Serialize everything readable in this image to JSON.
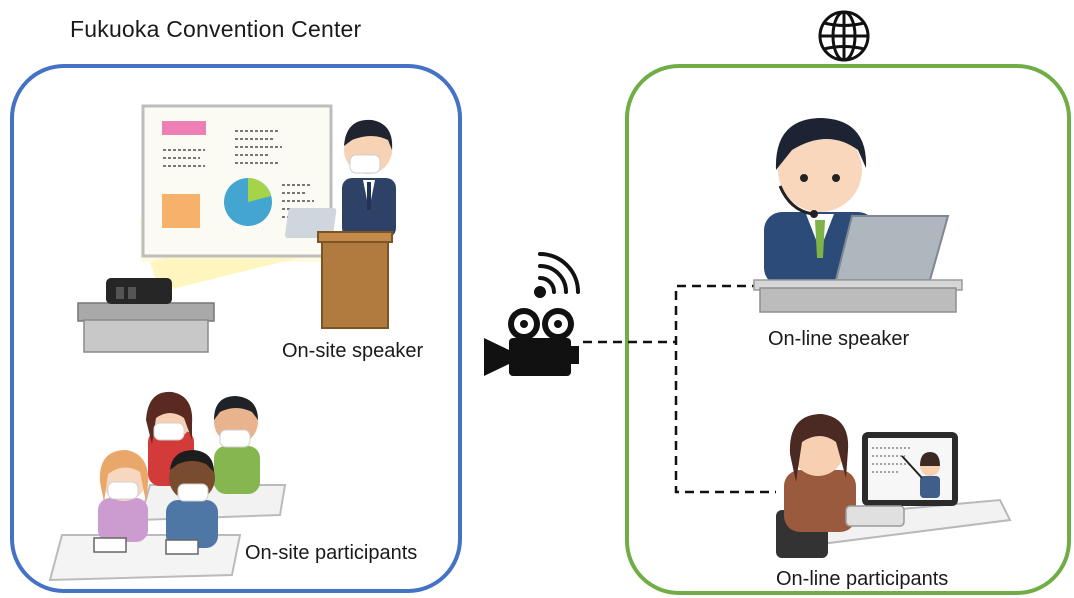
{
  "venue": {
    "title": "Fukuoka Convention Center"
  },
  "labels": {
    "onsite_speaker": "On-site speaker",
    "onsite_participants": "On-site participants",
    "online_speaker": "On-line speaker",
    "online_participants": "On-line participants"
  },
  "colors": {
    "onsite_frame": "#4472c4",
    "online_frame": "#70ad47",
    "connection_line": "#111111"
  },
  "icons": [
    "globe-icon",
    "wifi-icon",
    "video-camera-icon"
  ]
}
